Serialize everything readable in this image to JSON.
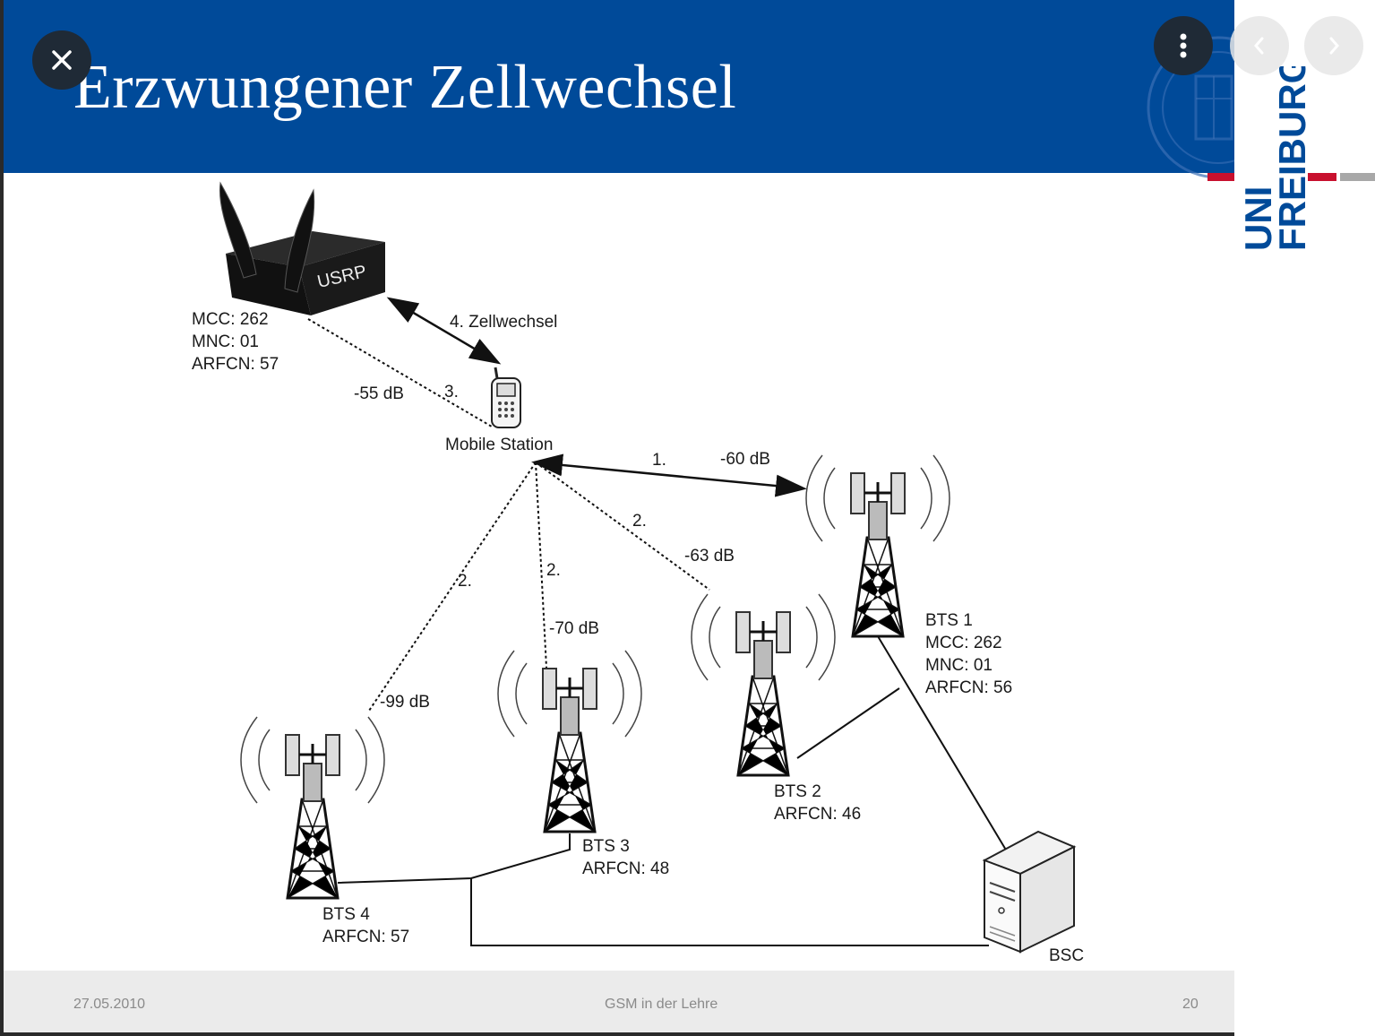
{
  "slide": {
    "title": "Erzwungener Zellwechsel",
    "logo": {
      "line1": "UNI",
      "line2": "FREIBURG"
    },
    "footer": {
      "date": "27.05.2010",
      "center": "GSM in der Lehre",
      "page": "20"
    }
  },
  "diagram": {
    "usrp": {
      "label": "USRP",
      "info": [
        "MCC: 262",
        "MNC: 01",
        "ARFCN: 57"
      ]
    },
    "mobile_station": {
      "label": "Mobile Station"
    },
    "links": {
      "zellwechsel": "4. Zellwechsel",
      "usrp_step": "3.",
      "usrp_db": "-55 dB",
      "bts1_step": "1.",
      "bts1_db": "-60 dB",
      "bts2_step": "2.",
      "bts2_db": "-63 dB",
      "bts3_step": "2.",
      "bts3_db": "-70 dB",
      "bts4_step": "2.",
      "bts4_db": "-99 dB"
    },
    "bts1": {
      "name": "BTS 1",
      "mcc": "MCC: 262",
      "mnc": "MNC: 01",
      "arfcn": "ARFCN: 56"
    },
    "bts2": {
      "name": "BTS 2",
      "arfcn": "ARFCN: 46"
    },
    "bts3": {
      "name": "BTS 3",
      "arfcn": "ARFCN: 48"
    },
    "bts4": {
      "name": "BTS 4",
      "arfcn": "ARFCN: 57"
    },
    "bsc": {
      "label": "BSC"
    }
  },
  "viewer": {
    "close_icon": "close-icon",
    "more_icon": "more-vert-icon",
    "prev_icon": "chevron-left-icon",
    "next_icon": "chevron-right-icon"
  },
  "colors": {
    "header_blue": "#004a99",
    "logo_blue": "#004a99",
    "logo_red": "#c8102e"
  }
}
